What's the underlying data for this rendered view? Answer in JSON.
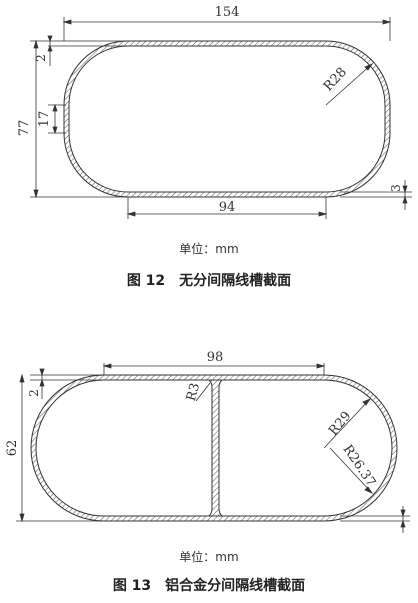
{
  "figure12": {
    "dim_width": "154",
    "dim_height": "77",
    "dim_wall": "2",
    "dim_17": "17",
    "dim_radius": "R28",
    "dim_3": "3",
    "dim_bottom": "94",
    "unit": "单位：mm",
    "caption": "图 12　无分间隔线槽截面"
  },
  "figure13": {
    "dim_top": "98",
    "dim_wall": "2",
    "dim_height": "62",
    "dim_r3": "R3",
    "dim_r29": "R29",
    "dim_r2637": "R26.37",
    "unit": "单位：mm",
    "caption": "图 13　铝合金分间隔线槽截面"
  }
}
